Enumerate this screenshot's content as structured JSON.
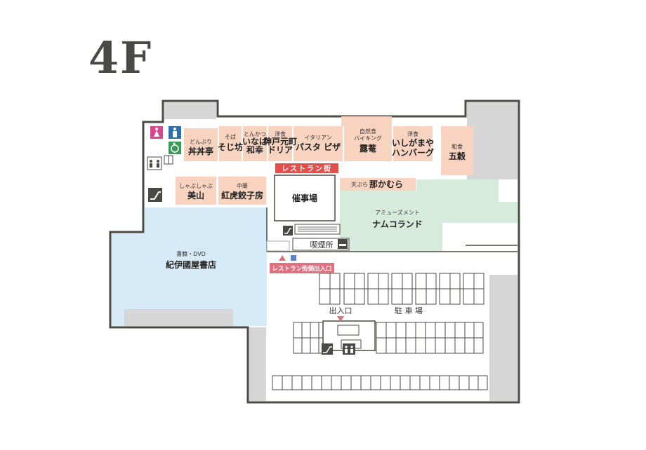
{
  "floor": "4F",
  "colors": {
    "restaurant": "#f8d3c0",
    "amusement": "#d7ebdc",
    "bookstore": "#d7eaf7",
    "back": "#d6d6d6",
    "outline": "#4a4a44",
    "accent_red": "#e0504e",
    "entrance_pink": "#e07080",
    "restroom_blue": "#2f6fae",
    "restroom_pink": "#d9468c",
    "accessible_green": "#3a9a5a"
  },
  "shops": {
    "donburi": {
      "category": "どんぶり",
      "name": "丼丼亭"
    },
    "soba": {
      "category": "そば",
      "name": "そじ坊"
    },
    "tonkatsu": {
      "category": "とんかつ",
      "name_l1": "いなば",
      "name_l2": "和幸"
    },
    "youshoku1": {
      "category": "洋食",
      "name_l1": "神戸元町",
      "name_l2": "ドリア"
    },
    "italian": {
      "category": "イタリアン",
      "name": "パスタ ピザ"
    },
    "buffet": {
      "category_l1": "自然食",
      "category_l2": "バイキング",
      "name": "露菴"
    },
    "youshoku2": {
      "category": "洋食",
      "name_l1": "いしがまや",
      "name_l2": "ハンバーグ"
    },
    "washoku": {
      "category": "和食",
      "name": "五穀"
    },
    "shabu": {
      "category": "しゃぶしゃぶ",
      "name": "美山"
    },
    "chinese": {
      "category": "中華",
      "name": "紅虎餃子房"
    },
    "tempura": {
      "category": "天ぷら",
      "name": "那かむら"
    },
    "event_hall": {
      "name": "催事場"
    },
    "amusement": {
      "category": "アミューズメント",
      "name": "ナムコランド"
    },
    "bookstore": {
      "category": "書籍・DVD",
      "name": "紀伊國屋書店"
    }
  },
  "labels": {
    "restaurant_street": "レストラン街",
    "smoking_room": "喫煙所",
    "restaurant_entrance": "レストラン街側出入口",
    "parking_entrance": "出入口",
    "parking": "駐 車 場"
  },
  "icons": [
    "restroom-female-icon",
    "restroom-male-icon",
    "accessible-icon",
    "baby-room-icon",
    "elevator-icon",
    "escalator-icon",
    "smoking-icon"
  ]
}
